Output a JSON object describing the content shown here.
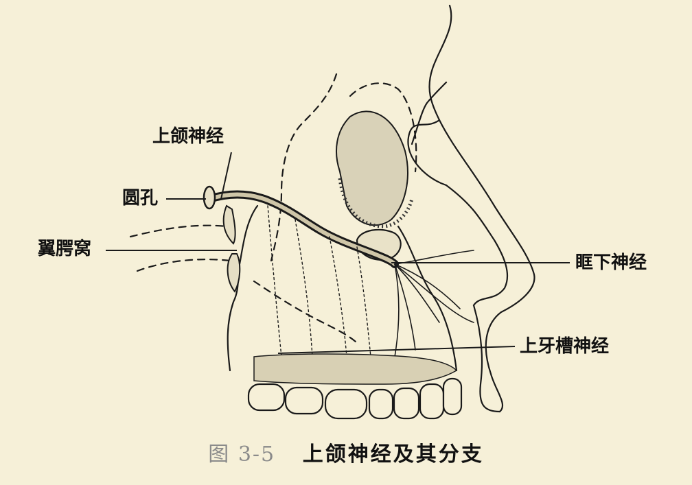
{
  "labels": {
    "maxillary_nerve": "上颌神经",
    "foramen_rotundum": "圆孔",
    "pterygopalatine_fossa": "翼腭窝",
    "infraorbital_nerve": "眶下神经",
    "superior_alveolar_nerve": "上牙槽神经"
  },
  "caption": {
    "number": "图 3-5",
    "title": "上颌神经及其分支"
  }
}
